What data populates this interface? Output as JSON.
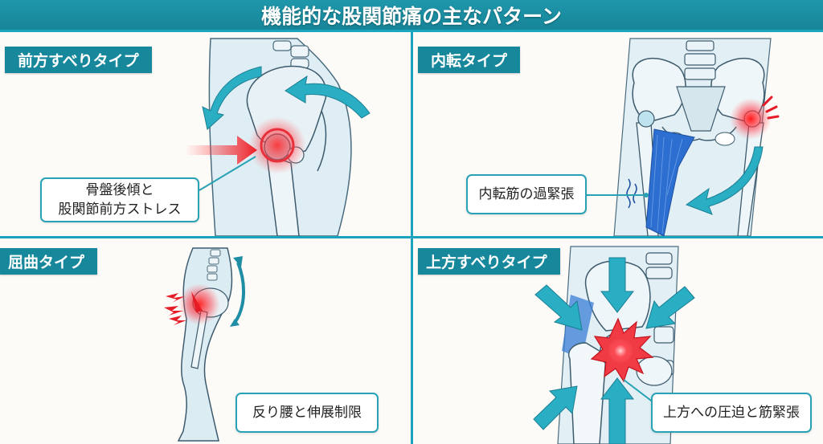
{
  "header": {
    "title": "機能的な股関節痛の主なパターン"
  },
  "colors": {
    "header_bg": "#178599",
    "tag_bg": "#17889c",
    "divider": "#1aa3bc",
    "arrow_teal": "#2bb0c6",
    "pain_red": "#e8303a",
    "muscle_blue": "#2d6fd1",
    "bone_fill": "#e4f0f5"
  },
  "panels": [
    {
      "tag": "前方すべりタイプ",
      "callout": {
        "line1": "骨盤後傾と",
        "line2": "股関節前方ストレス"
      }
    },
    {
      "tag": "内転タイプ",
      "callout": {
        "line1": "内転筋の過緊張"
      }
    },
    {
      "tag": "屈曲タイプ",
      "callout": {
        "line1": "反り腰と伸展制限"
      }
    },
    {
      "tag": "上方すべりタイプ",
      "callout": {
        "line1": "上方への圧迫と筋緊張"
      }
    }
  ]
}
